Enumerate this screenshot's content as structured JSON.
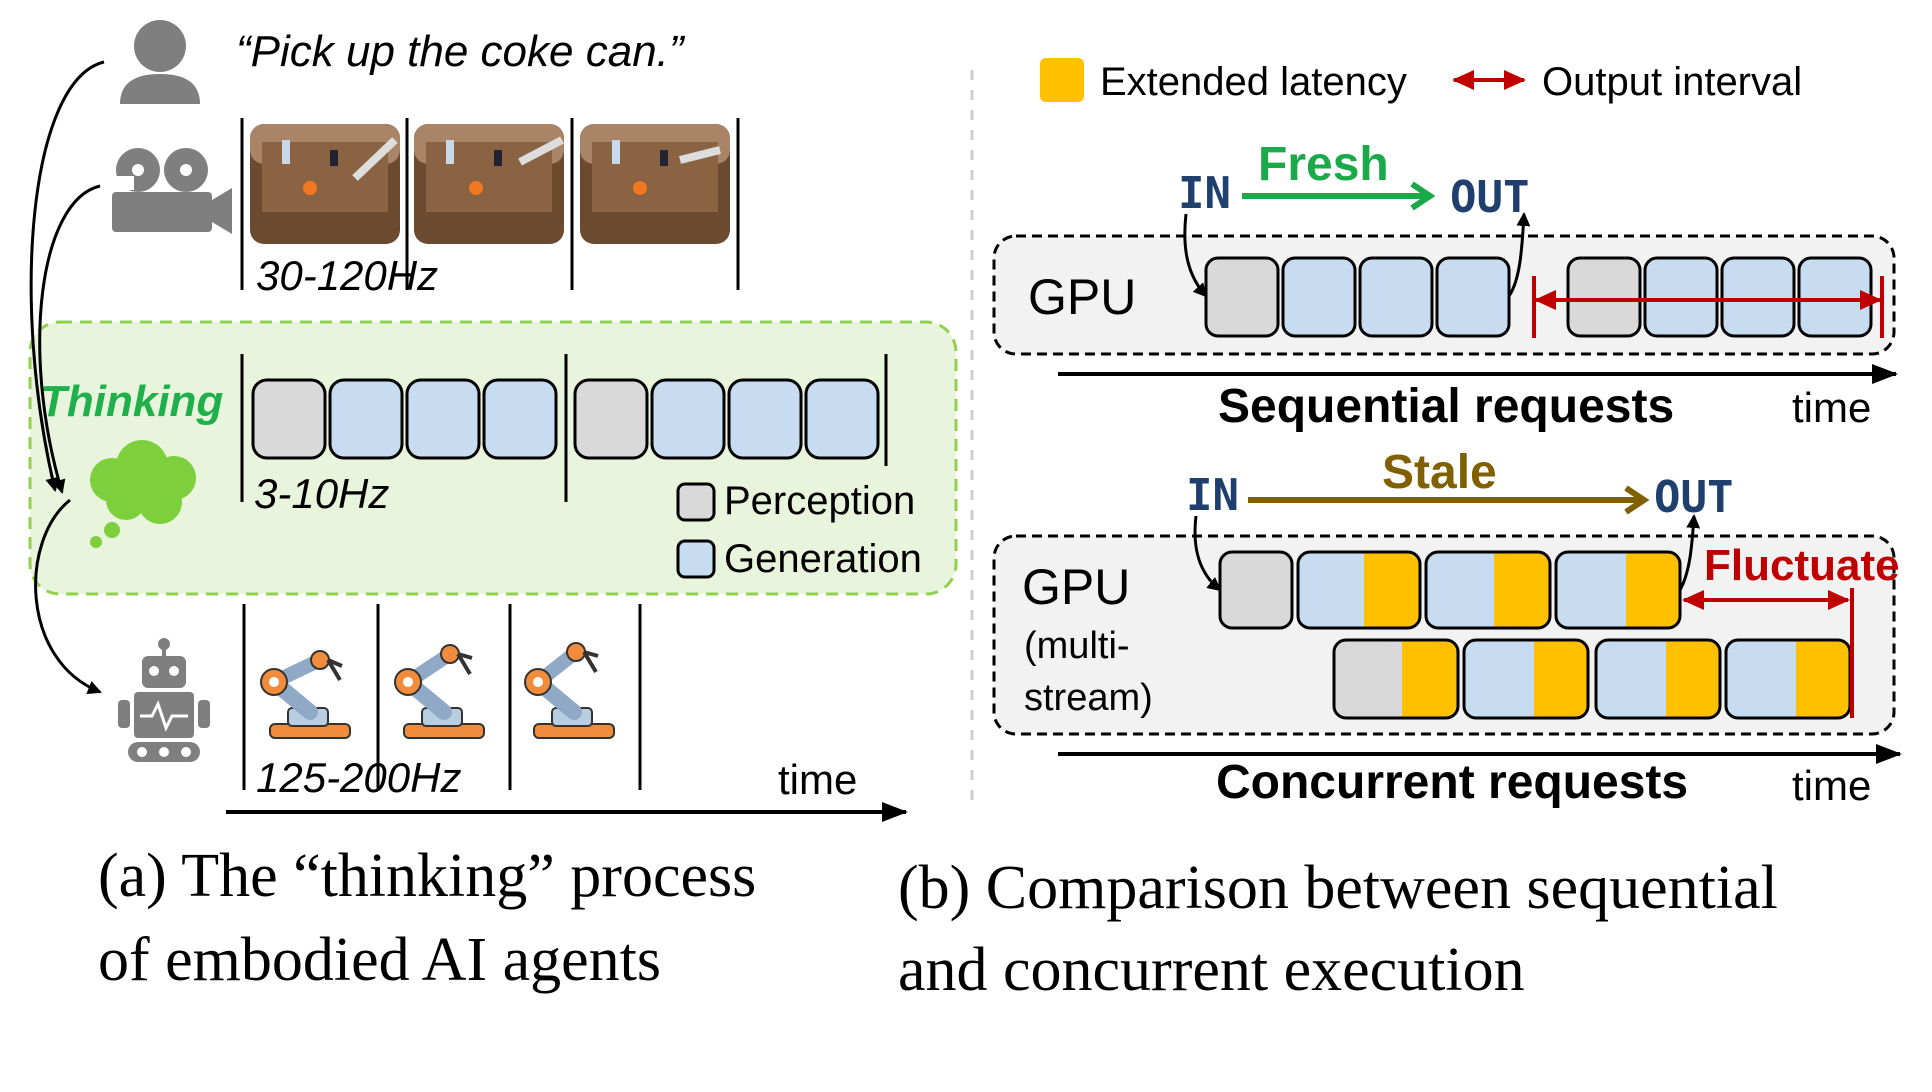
{
  "colors": {
    "perception": "#d9d9d9",
    "generation": "#c7dcf0",
    "extended_latency": "#ffc000",
    "thinking_bg": "#e8f5dc",
    "thinking_border": "#8fd14f",
    "thinking_text": "#1fb04c",
    "fresh": "#1aaa4a",
    "stale": "#806000",
    "in_out": "#1f3f6e",
    "interval": "#c00000",
    "icon": "#7f7f7f"
  },
  "panel_a": {
    "quote": "“Pick up the coke can.”",
    "camera_rate": "30-120Hz",
    "thinking_label": "Thinking",
    "thinking_rate": "3-10Hz",
    "robot_rate": "125-200Hz",
    "time_label": "time",
    "legend_perception": "Perception",
    "legend_generation": "Generation",
    "caption_line1": "(a) The “thinking” process",
    "caption_line2": "of embodied AI agents",
    "icons": [
      "person-icon",
      "camera-icon",
      "thought-cloud-icon",
      "robot-icon",
      "robot-arm-icon"
    ]
  },
  "panel_b": {
    "legend_extended": "Extended latency",
    "legend_interval": "Output interval",
    "sequential": {
      "in_label": "IN",
      "out_label": "OUT",
      "arrow_label": "Fresh",
      "gpu_label": "GPU",
      "title": "Sequential requests",
      "time_label": "time"
    },
    "concurrent": {
      "in_label": "IN",
      "out_label": "OUT",
      "arrow_label": "Stale",
      "gpu_label": "GPU",
      "gpu_sub1": "(multi-",
      "gpu_sub2": "stream)",
      "fluctuate_label": "Fluctuate",
      "title": "Concurrent requests",
      "time_label": "time"
    },
    "caption_line1": "(b) Comparison between sequential",
    "caption_line2": "and concurrent execution"
  }
}
